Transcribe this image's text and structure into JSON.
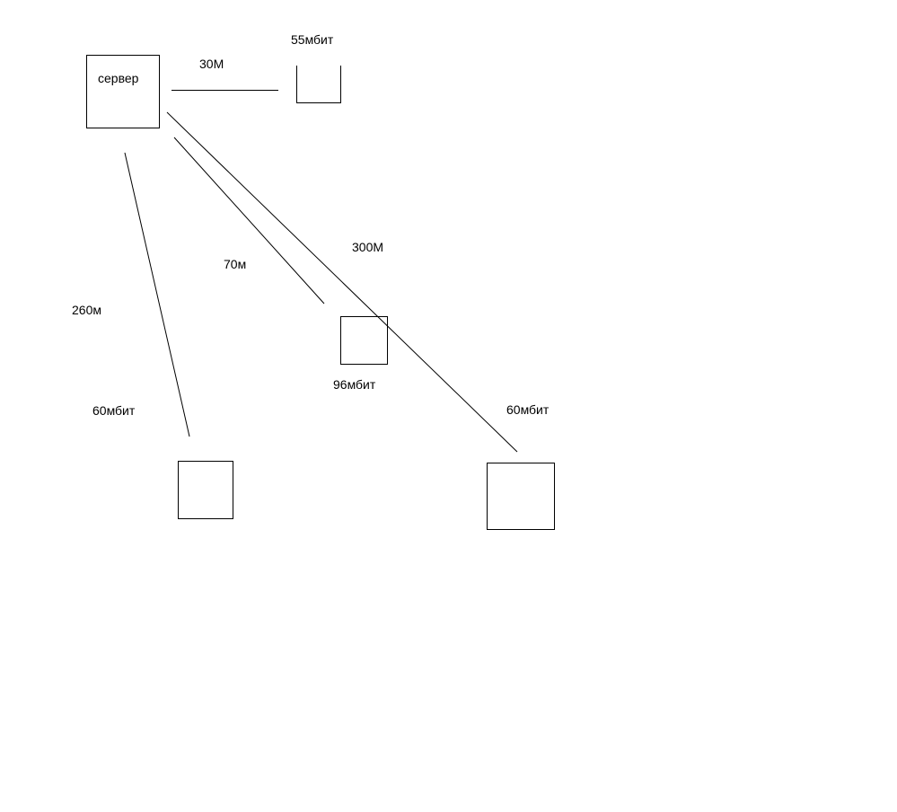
{
  "diagram": {
    "nodes": {
      "server": {
        "label": "сервер"
      },
      "node_top": {
        "label": "55мбит"
      },
      "node_middle": {
        "label": "96мбит"
      },
      "node_bottom_left": {
        "label": "60мбит"
      },
      "node_bottom_right": {
        "label": "60мбит"
      }
    },
    "links": {
      "to_top": {
        "label": "30М"
      },
      "to_middle": {
        "label": "70м"
      },
      "to_bottom_right": {
        "label": "300М"
      },
      "to_bottom_left": {
        "label": "260м"
      }
    }
  },
  "colors": {
    "background": "#ffffff",
    "stroke": "#000000",
    "text": "#000000"
  }
}
